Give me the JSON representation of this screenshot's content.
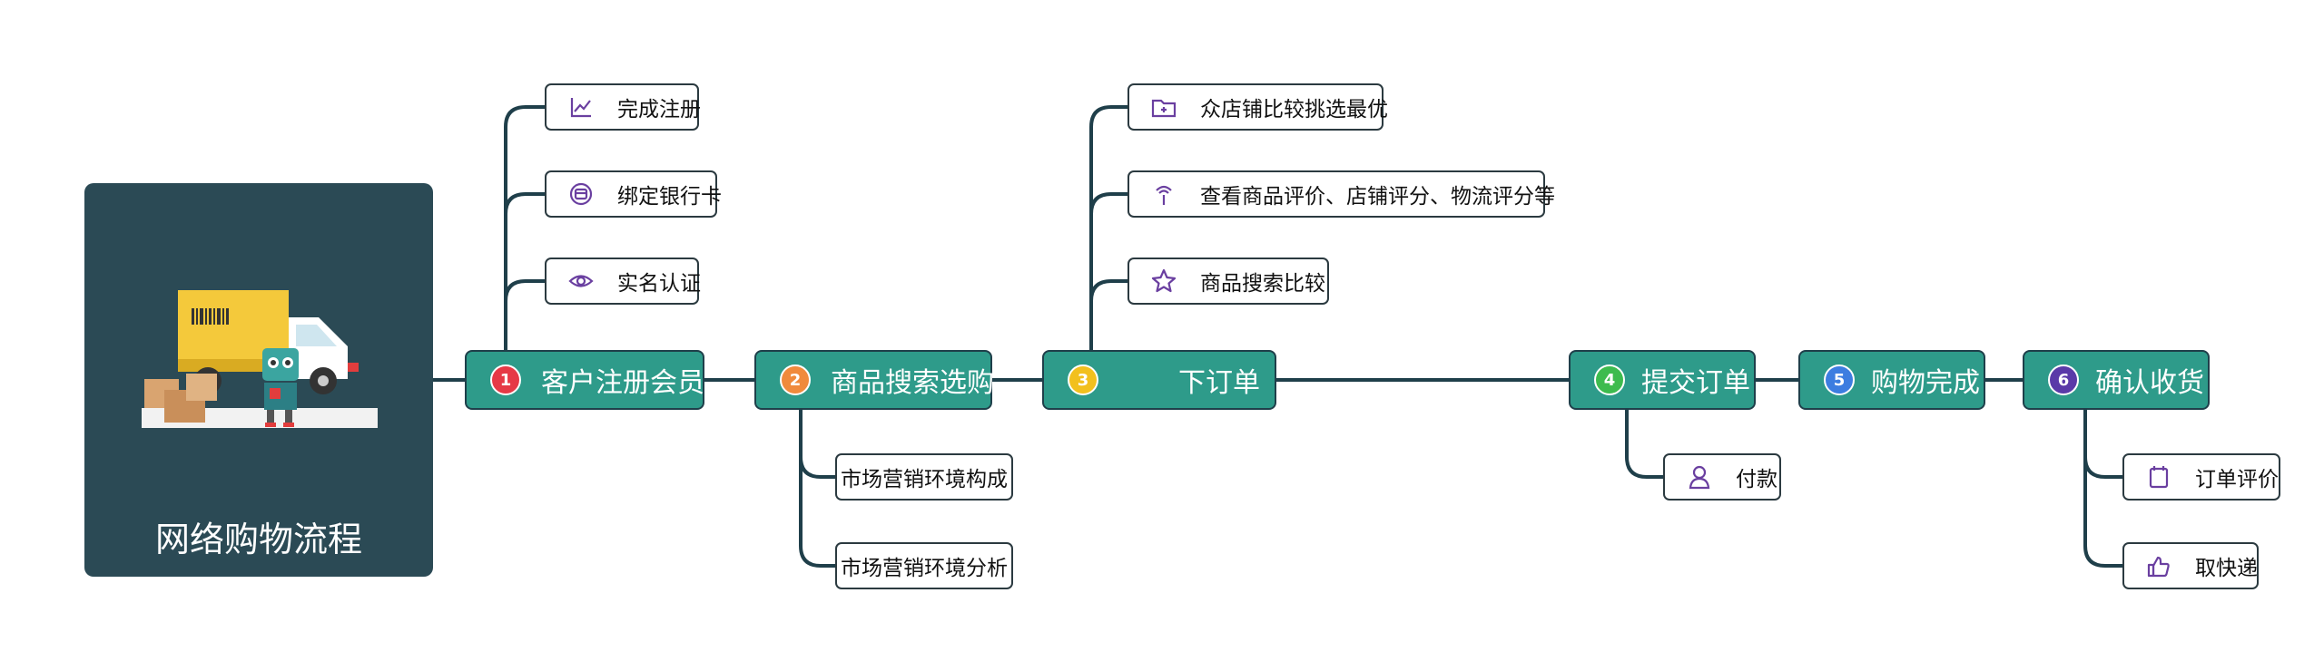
{
  "root": {
    "title": "网络购物流程"
  },
  "colors": {
    "root_bg": "#2b4a55",
    "topic_bg": "#2e9b8a",
    "line": "#1f3f4a",
    "badge_1": "#e63946",
    "badge_2": "#f08a3c",
    "badge_3": "#f2c01e",
    "badge_4": "#3dbb4e",
    "badge_5": "#3d7de0",
    "badge_6": "#5a3aa8",
    "icon": "#6a3fa0"
  },
  "topics": [
    {
      "num": "1",
      "label": "客户注册会员",
      "subs": [
        {
          "label": "完成注册",
          "icon": "chart-icon"
        },
        {
          "label": "绑定银行卡",
          "icon": "card-icon"
        },
        {
          "label": "实名认证",
          "icon": "eye-icon"
        }
      ]
    },
    {
      "num": "2",
      "label": "商品搜索选购",
      "subs": [
        {
          "label": "市场营销环境构成"
        },
        {
          "label": "市场营销环境分析"
        }
      ]
    },
    {
      "num": "3",
      "label": "下订单",
      "subs": [
        {
          "label": "众店铺比较挑选最优",
          "icon": "folder-icon"
        },
        {
          "label": "查看商品评价、店铺评分、物流评分等",
          "icon": "signal-icon"
        },
        {
          "label": "商品搜索比较",
          "icon": "star-icon"
        }
      ]
    },
    {
      "num": "4",
      "label": "提交订单",
      "subs": [
        {
          "label": "付款",
          "icon": "person-icon"
        }
      ]
    },
    {
      "num": "5",
      "label": "购物完成",
      "subs": []
    },
    {
      "num": "6",
      "label": "确认收货",
      "subs": [
        {
          "label": "订单评价",
          "icon": "note-icon"
        },
        {
          "label": "取快递",
          "icon": "thumb-icon"
        }
      ]
    }
  ]
}
